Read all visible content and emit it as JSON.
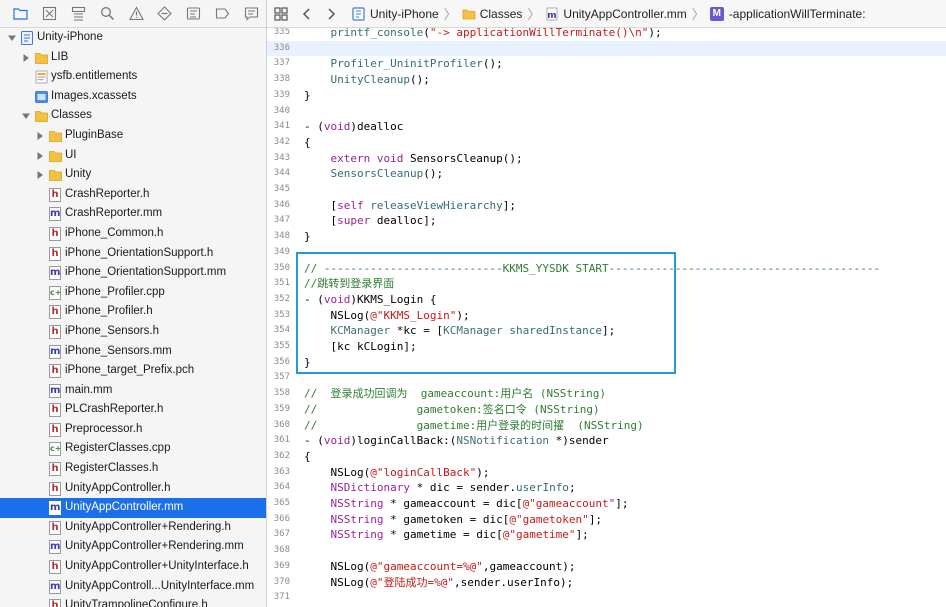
{
  "navigator": {
    "toolbar_icons": [
      "folder-icon",
      "source-control-icon",
      "hierarchy-icon",
      "search-icon",
      "warning-icon",
      "test-icon",
      "debug-icon",
      "breakpoint-icon",
      "report-icon"
    ],
    "tree": [
      {
        "label": "Unity-iPhone",
        "kind": "project",
        "depth": 0,
        "open": true
      },
      {
        "label": "LIB",
        "kind": "folder",
        "depth": 1,
        "open": false
      },
      {
        "label": "ysfb.entitlements",
        "kind": "entitlements",
        "depth": 1
      },
      {
        "label": "Images.xcassets",
        "kind": "assets",
        "depth": 1
      },
      {
        "label": "Classes",
        "kind": "folder",
        "depth": 1,
        "open": true
      },
      {
        "label": "PluginBase",
        "kind": "folder",
        "depth": 2,
        "open": false
      },
      {
        "label": "UI",
        "kind": "folder",
        "depth": 2,
        "open": false
      },
      {
        "label": "Unity",
        "kind": "folder",
        "depth": 2,
        "open": false
      },
      {
        "label": "CrashReporter.h",
        "kind": "h",
        "depth": 2
      },
      {
        "label": "CrashReporter.mm",
        "kind": "m",
        "depth": 2
      },
      {
        "label": "iPhone_Common.h",
        "kind": "h",
        "depth": 2
      },
      {
        "label": "iPhone_OrientationSupport.h",
        "kind": "h",
        "depth": 2
      },
      {
        "label": "iPhone_OrientationSupport.mm",
        "kind": "m",
        "depth": 2
      },
      {
        "label": "iPhone_Profiler.cpp",
        "kind": "c",
        "depth": 2
      },
      {
        "label": "iPhone_Profiler.h",
        "kind": "h",
        "depth": 2
      },
      {
        "label": "iPhone_Sensors.h",
        "kind": "h",
        "depth": 2
      },
      {
        "label": "iPhone_Sensors.mm",
        "kind": "m",
        "depth": 2
      },
      {
        "label": "iPhone_target_Prefix.pch",
        "kind": "h",
        "depth": 2
      },
      {
        "label": "main.mm",
        "kind": "m",
        "depth": 2
      },
      {
        "label": "PLCrashReporter.h",
        "kind": "h",
        "depth": 2
      },
      {
        "label": "Preprocessor.h",
        "kind": "h",
        "depth": 2
      },
      {
        "label": "RegisterClasses.cpp",
        "kind": "c",
        "depth": 2
      },
      {
        "label": "RegisterClasses.h",
        "kind": "h",
        "depth": 2
      },
      {
        "label": "UnityAppController.h",
        "kind": "h",
        "depth": 2
      },
      {
        "label": "UnityAppController.mm",
        "kind": "m",
        "depth": 2,
        "selected": true
      },
      {
        "label": "UnityAppController+Rendering.h",
        "kind": "h",
        "depth": 2
      },
      {
        "label": "UnityAppController+Rendering.mm",
        "kind": "m",
        "depth": 2
      },
      {
        "label": "UnityAppController+UnityInterface.h",
        "kind": "h",
        "depth": 2
      },
      {
        "label": "UnityAppControll...UnityInterface.mm",
        "kind": "m",
        "depth": 2
      },
      {
        "label": "UnityTrampolineConfigure.h",
        "kind": "h",
        "depth": 2
      }
    ]
  },
  "jumpbar": {
    "project": "Unity-iPhone",
    "group": "Classes",
    "file": "UnityAppController.mm",
    "method_badge": "M",
    "method": "-applicationWillTerminate:"
  },
  "editor": {
    "current_line": 336,
    "lines": [
      {
        "n": "335",
        "segs": [
          [
            "    ",
            "pl"
          ],
          [
            "printf_console",
            "fn"
          ],
          [
            "(",
            "pl"
          ],
          [
            "\"-> applicationWillTerminate()\\n\"",
            "str"
          ],
          [
            ");",
            "pl"
          ]
        ]
      },
      {
        "n": "336",
        "segs": []
      },
      {
        "n": "337",
        "segs": [
          [
            "    ",
            "pl"
          ],
          [
            "Profiler_UninitProfiler",
            "fn"
          ],
          [
            "();",
            "pl"
          ]
        ]
      },
      {
        "n": "338",
        "segs": [
          [
            "    ",
            "pl"
          ],
          [
            "UnityCleanup",
            "fn"
          ],
          [
            "();",
            "pl"
          ]
        ]
      },
      {
        "n": "339",
        "segs": [
          [
            "}",
            "pl"
          ]
        ]
      },
      {
        "n": "340",
        "segs": []
      },
      {
        "n": "341",
        "segs": [
          [
            "- (",
            "pl"
          ],
          [
            "void",
            "kw"
          ],
          [
            ")dealloc",
            "pl"
          ]
        ]
      },
      {
        "n": "342",
        "segs": [
          [
            "{",
            "pl"
          ]
        ]
      },
      {
        "n": "343",
        "segs": [
          [
            "    ",
            "pl"
          ],
          [
            "extern",
            "kw"
          ],
          [
            " ",
            "pl"
          ],
          [
            "void",
            "kw"
          ],
          [
            " SensorsCleanup();",
            "pl"
          ]
        ]
      },
      {
        "n": "344",
        "segs": [
          [
            "    ",
            "pl"
          ],
          [
            "SensorsCleanup",
            "fn"
          ],
          [
            "();",
            "pl"
          ]
        ]
      },
      {
        "n": "345",
        "segs": []
      },
      {
        "n": "346",
        "segs": [
          [
            "    [",
            "pl"
          ],
          [
            "self",
            "kw"
          ],
          [
            " ",
            "pl"
          ],
          [
            "releaseViewHierarchy",
            "fn"
          ],
          [
            "];",
            "pl"
          ]
        ]
      },
      {
        "n": "347",
        "segs": [
          [
            "    [",
            "pl"
          ],
          [
            "super",
            "kw"
          ],
          [
            " dealloc];",
            "pl"
          ]
        ]
      },
      {
        "n": "348",
        "segs": [
          [
            "}",
            "pl"
          ]
        ]
      },
      {
        "n": "349",
        "segs": []
      },
      {
        "n": "350",
        "segs": [
          [
            "// ---------------------------KKMS_YYSDK START-----------------------------------------",
            "com"
          ]
        ]
      },
      {
        "n": "351",
        "segs": [
          [
            "//跳转到登录界面",
            "com"
          ]
        ]
      },
      {
        "n": "352",
        "segs": [
          [
            "- (",
            "pl"
          ],
          [
            "void",
            "kw"
          ],
          [
            ")KKMS_Login {",
            "pl"
          ]
        ]
      },
      {
        "n": "353",
        "segs": [
          [
            "    NSLog(",
            "pl"
          ],
          [
            "@\"KKMS_Login\"",
            "str"
          ],
          [
            ");",
            "pl"
          ]
        ]
      },
      {
        "n": "354",
        "segs": [
          [
            "    ",
            "pl"
          ],
          [
            "KCManager",
            "type"
          ],
          [
            " *kc = [",
            "pl"
          ],
          [
            "KCManager",
            "type"
          ],
          [
            " ",
            "pl"
          ],
          [
            "sharedInstance",
            "fn"
          ],
          [
            "];",
            "pl"
          ]
        ]
      },
      {
        "n": "355",
        "segs": [
          [
            "    [kc kCLogin];",
            "pl"
          ]
        ]
      },
      {
        "n": "356",
        "segs": [
          [
            "}",
            "pl"
          ]
        ]
      },
      {
        "n": "357",
        "segs": []
      },
      {
        "n": "358",
        "segs": [
          [
            "//  登录成功回调为  gameaccount:用户名 (NSString)",
            "com"
          ]
        ]
      },
      {
        "n": "359",
        "segs": [
          [
            "//               gametoken:签名口令 (NSString)",
            "com"
          ]
        ]
      },
      {
        "n": "360",
        "segs": [
          [
            "//               gametime:用户登录的时间擢  (NSString)",
            "com"
          ]
        ]
      },
      {
        "n": "361",
        "segs": [
          [
            "- (",
            "pl"
          ],
          [
            "void",
            "kw"
          ],
          [
            ")loginCallBack:(",
            "pl"
          ],
          [
            "NSNotification",
            "type"
          ],
          [
            " *)sender",
            "pl"
          ]
        ]
      },
      {
        "n": "362",
        "segs": [
          [
            "{",
            "pl"
          ]
        ]
      },
      {
        "n": "363",
        "segs": [
          [
            "    NSLog(",
            "pl"
          ],
          [
            "@\"loginCallBack\"",
            "str"
          ],
          [
            ");",
            "pl"
          ]
        ]
      },
      {
        "n": "364",
        "segs": [
          [
            "    ",
            "pl"
          ],
          [
            "NSDictionary",
            "kw"
          ],
          [
            " * dic = sender.",
            "pl"
          ],
          [
            "userInfo",
            "fn"
          ],
          [
            ";",
            "pl"
          ]
        ]
      },
      {
        "n": "365",
        "segs": [
          [
            "    ",
            "pl"
          ],
          [
            "NSString",
            "kw"
          ],
          [
            " * gameaccount = dic[",
            "pl"
          ],
          [
            "@\"gameaccount\"",
            "str"
          ],
          [
            "];",
            "pl"
          ]
        ]
      },
      {
        "n": "366",
        "segs": [
          [
            "    ",
            "pl"
          ],
          [
            "NSString",
            "kw"
          ],
          [
            " * gametoken = dic[",
            "pl"
          ],
          [
            "@\"gametoken\"",
            "str"
          ],
          [
            "];",
            "pl"
          ]
        ]
      },
      {
        "n": "367",
        "segs": [
          [
            "    ",
            "pl"
          ],
          [
            "NSString",
            "kw"
          ],
          [
            " * gametime = dic[",
            "pl"
          ],
          [
            "@\"gametime\"",
            "str"
          ],
          [
            "];",
            "pl"
          ]
        ]
      },
      {
        "n": "368",
        "segs": []
      },
      {
        "n": "369",
        "segs": [
          [
            "    NSLog(",
            "pl"
          ],
          [
            "@\"gameaccount=%@\"",
            "str"
          ],
          [
            ",gameaccount);",
            "pl"
          ]
        ]
      },
      {
        "n": "370",
        "segs": [
          [
            "    NSLog(",
            "pl"
          ],
          [
            "@\"登陆成功=%@\"",
            "str"
          ],
          [
            ",sender.userInfo);",
            "pl"
          ]
        ]
      },
      {
        "n": "371",
        "segs": []
      }
    ]
  }
}
